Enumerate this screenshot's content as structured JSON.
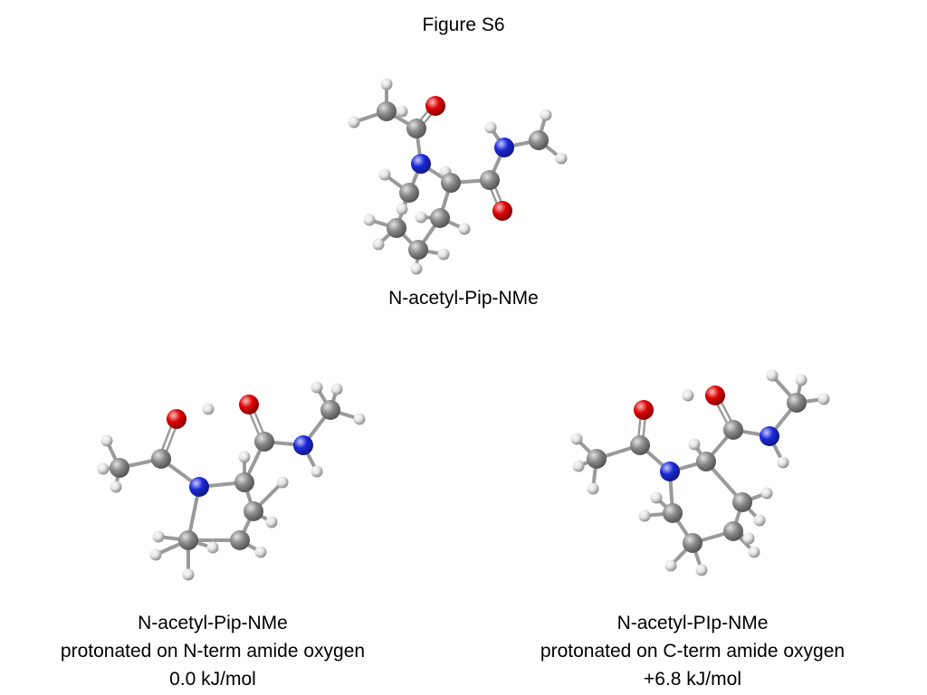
{
  "figure": {
    "title": "Figure S6"
  },
  "molecules": [
    {
      "id": "top",
      "caption_lines": [
        "N-acetyl-Pip-NMe"
      ]
    },
    {
      "id": "bottom-left",
      "caption_lines": [
        "N-acetyl-Pip-NMe",
        "protonated on N-term amide oxygen",
        "0.0 kJ/mol"
      ]
    },
    {
      "id": "bottom-right",
      "caption_lines": [
        "N-acetyl-PIp-NMe",
        "protonated on C-term amide oxygen",
        "+6.8 kJ/mol"
      ]
    }
  ],
  "atom_colors": {
    "C": "#8a8a8a",
    "N": "#1a28d8",
    "O": "#dd0000",
    "H": "#e6e6e6"
  },
  "atom_names": {
    "C": "carbon-atom",
    "N": "nitrogen-atom",
    "O": "oxygen-atom",
    "H": "hydrogen-atom"
  }
}
